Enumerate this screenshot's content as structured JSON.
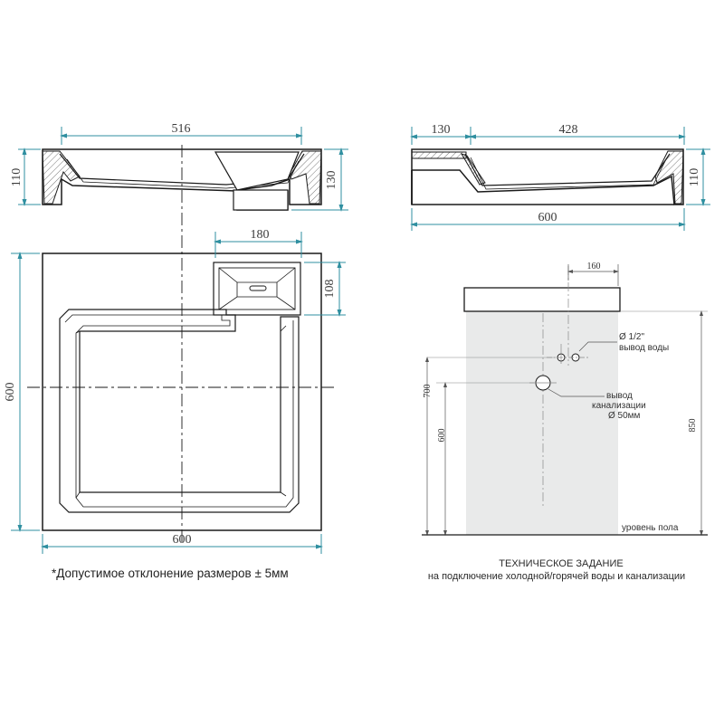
{
  "top_left_view": {
    "width_label": "516",
    "left_height_label": "110",
    "right_height_label": "130"
  },
  "top_right_view": {
    "segment_a_label": "130",
    "segment_b_label": "428",
    "overall_width_label": "600",
    "right_height_label": "110"
  },
  "plan_view": {
    "drain_width_label": "180",
    "drain_depth_label": "108",
    "depth_label": "600",
    "width_label": "600"
  },
  "installation": {
    "offset_label": "160",
    "water_outlet_label_line1": "Ø 1/2\"",
    "water_outlet_label_line2": "вывод воды",
    "sewer_label_line1": "вывод",
    "sewer_label_line2": "канализации",
    "sewer_label_line3": "Ø 50мм",
    "height_700": "700",
    "height_600": "600",
    "height_850": "850",
    "floor_label": "уровень пола"
  },
  "captions": {
    "tolerance_note": "*Допустимое отклонение размеров ± 5мм",
    "spec_title": "ТЕХНИЧЕСКОЕ ЗАДАНИЕ",
    "spec_subtitle": "на подключение холодной/горячей воды и канализации"
  },
  "colors": {
    "dimension": "#2f8fa0",
    "outline": "#1a1a1a",
    "wall": "#e9eaea"
  }
}
